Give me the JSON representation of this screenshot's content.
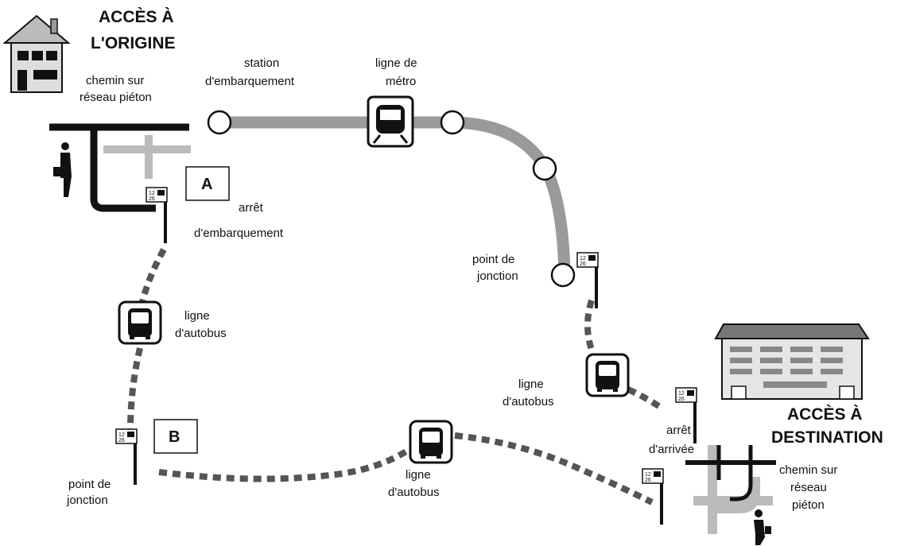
{
  "origin": {
    "title_line1": "ACCÈS À",
    "title_line2": "L'ORIGINE",
    "footpath_line1": "chemin sur",
    "footpath_line2": "réseau piéton"
  },
  "metro": {
    "boarding_station_line1": "station",
    "boarding_station_line2": "d'embarquement",
    "line_line1": "ligne de",
    "line_line2": "métro",
    "junction_line1": "point de",
    "junction_line2": "jonction"
  },
  "stop_a": {
    "letter": "A",
    "label_line1": "arrêt",
    "label_line2": "d'embarquement"
  },
  "bus_left": {
    "label_line1": "ligne",
    "label_line2": "d'autobus"
  },
  "stop_b": {
    "letter": "B",
    "label_line1": "point de",
    "label_line2": "jonction"
  },
  "bus_bottom": {
    "label_line1": "ligne",
    "label_line2": "d'autobus"
  },
  "bus_right": {
    "label_line1": "ligne",
    "label_line2": "d'autobus"
  },
  "arrival": {
    "label_line1": "arrêt",
    "label_line2": "d'arrivée"
  },
  "destination": {
    "title_line1": "ACCÈS À",
    "title_line2": "DESTINATION",
    "footpath_line1": "chemin sur",
    "footpath_line2": "réseau",
    "footpath_line3": "piéton"
  },
  "colors": {
    "metro_line": "#9a9a9a",
    "footpath_gray": "#bbbbbb",
    "ink": "#111111"
  }
}
